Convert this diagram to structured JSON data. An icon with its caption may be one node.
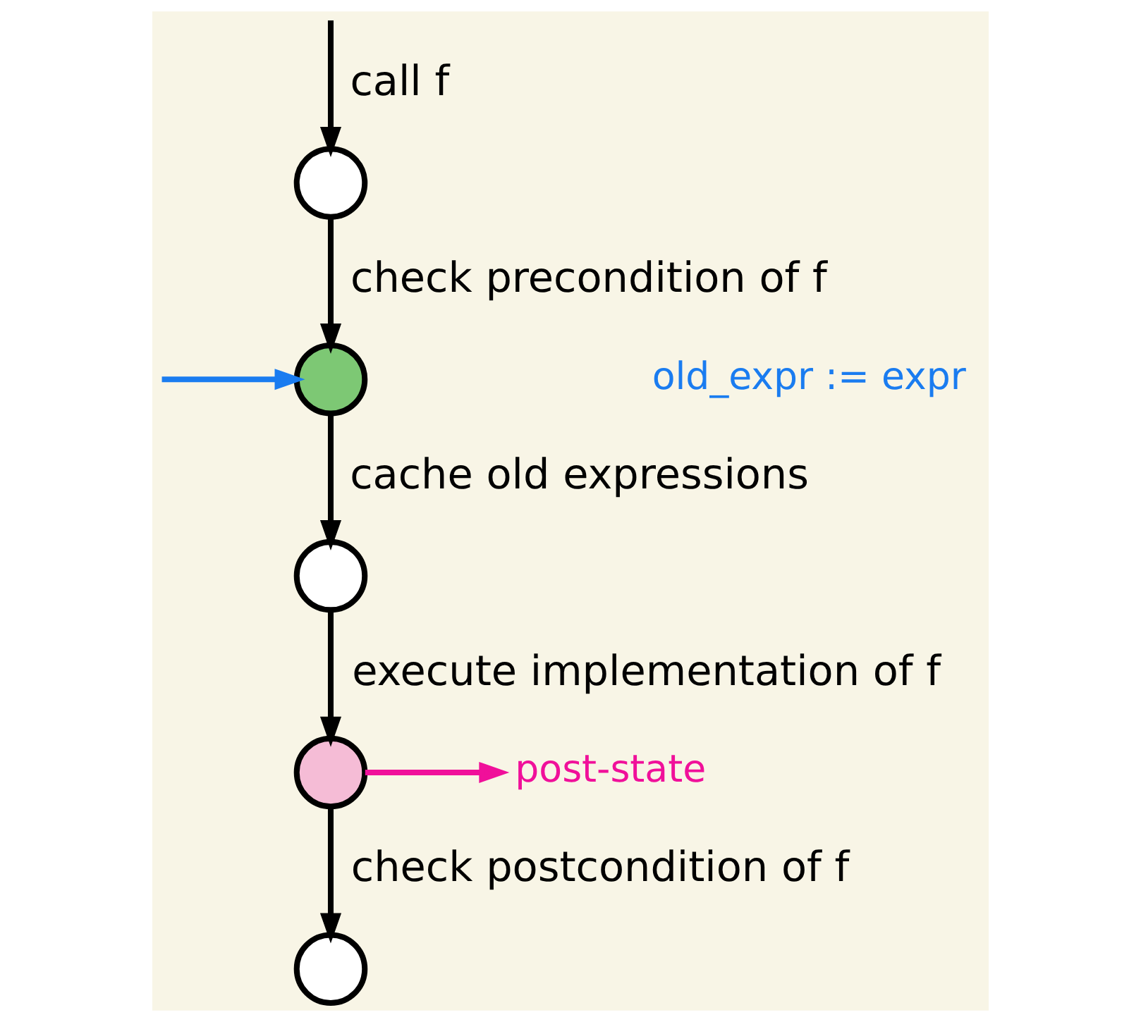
{
  "diagram": {
    "nodes": [
      {
        "text": [],
        "shape": "circle"
      },
      {
        "text": [],
        "shape": "circle"
      },
      {
        "text": [],
        "shape": "circle"
      },
      {
        "text": [],
        "shape": "circle"
      },
      {
        "text": [],
        "shape": "circle"
      },
      {
        "text": [
          "post-state"
        ]
      }
    ],
    "edges": [
      {
        "from": null,
        "to": 0,
        "arrow": "to",
        "label": "call f"
      },
      {
        "from": 0,
        "to": 1,
        "arrow": "to",
        "label": "check precondition of f"
      },
      {
        "from": 1,
        "to": 2,
        "arrow": "to",
        "label": "cache old expressions"
      },
      {
        "from": 2,
        "to": 3,
        "arrow": "to",
        "label": "execute implementation of f"
      },
      {
        "from": 3,
        "to": 4,
        "arrow": "to",
        "label": "check postcondition of f"
      },
      {
        "from": null,
        "to": 1,
        "arrow": "to",
        "color": "#1a7cf0"
      },
      {
        "from": 3,
        "to": 5,
        "arrow": "to",
        "color": "#f0109a"
      }
    ],
    "labels": [
      "old_expr := expr"
    ]
  }
}
